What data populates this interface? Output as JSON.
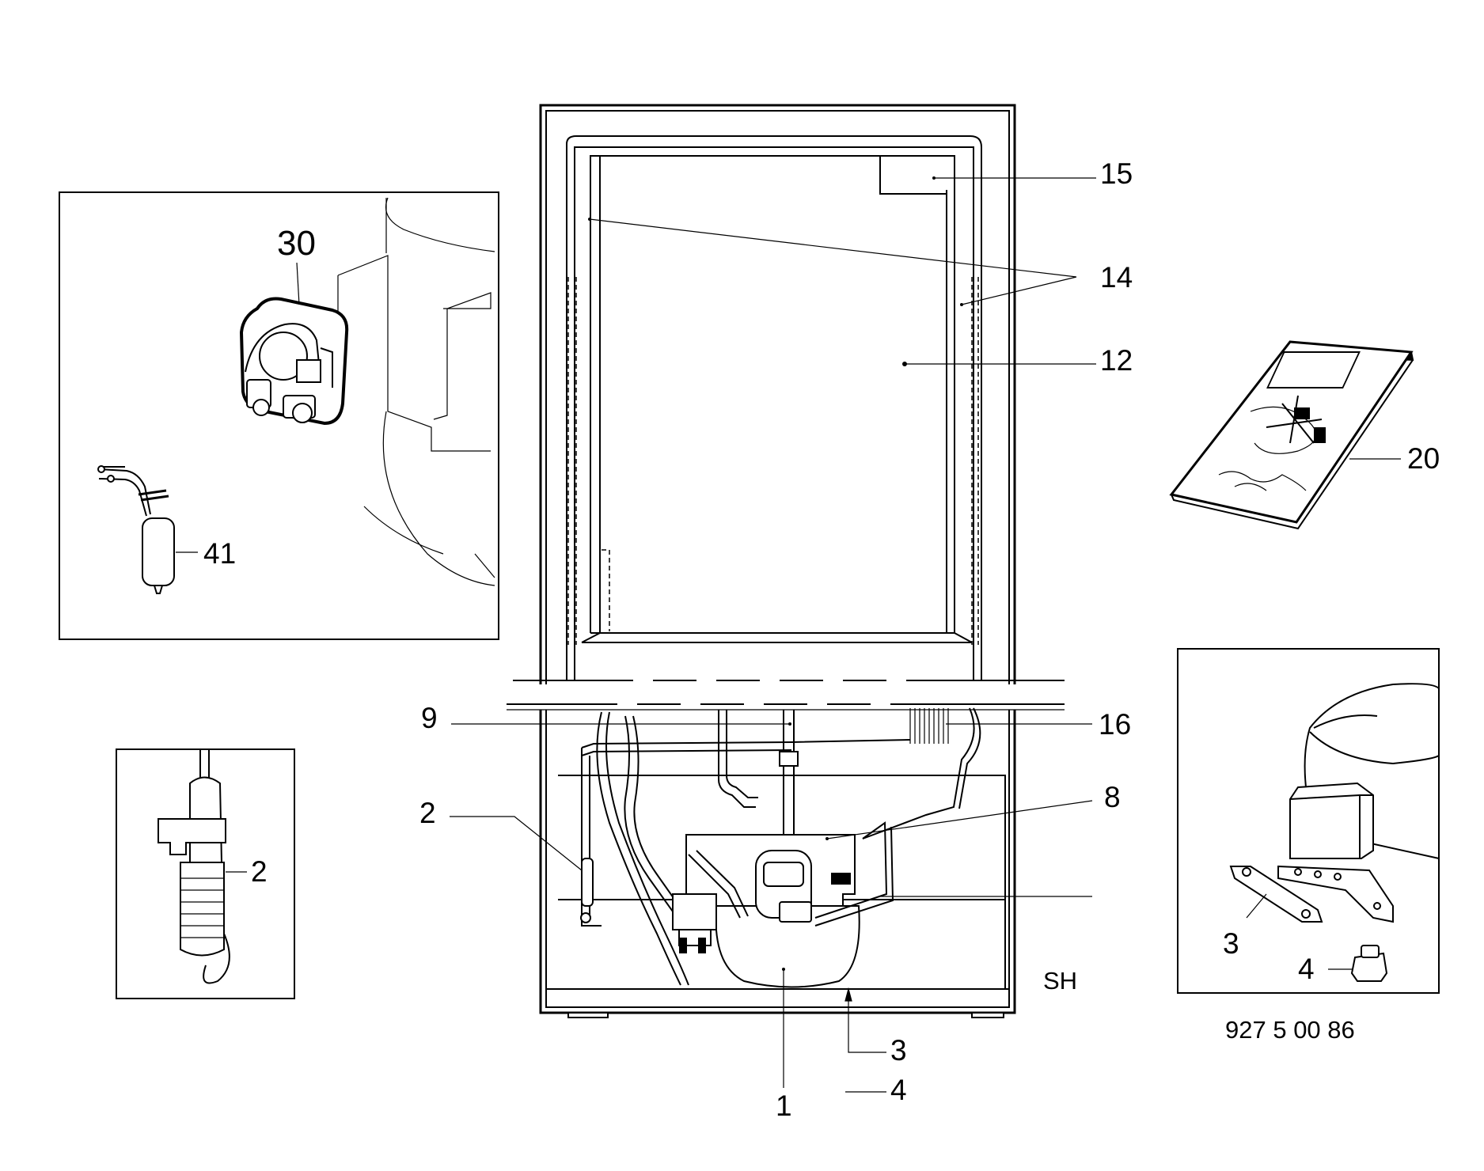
{
  "diagram": {
    "labels": {
      "cabinet_15": "15",
      "cabinet_14": "14",
      "cabinet_12": "12",
      "cabinet_9": "9",
      "cabinet_16": "16",
      "cabinet_8": "8",
      "cabinet_2": "2",
      "cabinet_3": "3",
      "cabinet_4": "4",
      "cabinet_1": "1",
      "manual_20": "20",
      "inset_thermostat_30": "30",
      "inset_bulb_41": "41",
      "inset_sensor_2": "2",
      "inset_compressor_3": "3",
      "inset_compressor_4": "4"
    },
    "model_code": "SH",
    "part_number": "927 5 00 86"
  }
}
